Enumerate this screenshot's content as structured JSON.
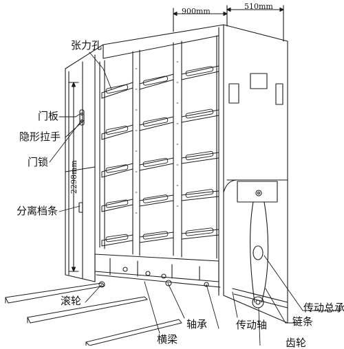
{
  "dimensions": {
    "width": "900mm",
    "depth": "510mm",
    "height": "2298mm"
  },
  "labels": {
    "tension_hole": "张力孔",
    "door_panel": "门板",
    "hidden_handle": "隐形拉手",
    "door_lock": "门锁",
    "separation_bar": "分离档条",
    "roller": "滚轮",
    "crossbeam": "横梁",
    "bearing": "轴承",
    "drive_shaft": "传动轴",
    "drive_assembly": "传动总承",
    "chain": "链条",
    "gear_partial": "齿轮"
  },
  "colors": {
    "line": "#1a1a1a",
    "fill": "#ffffff"
  }
}
